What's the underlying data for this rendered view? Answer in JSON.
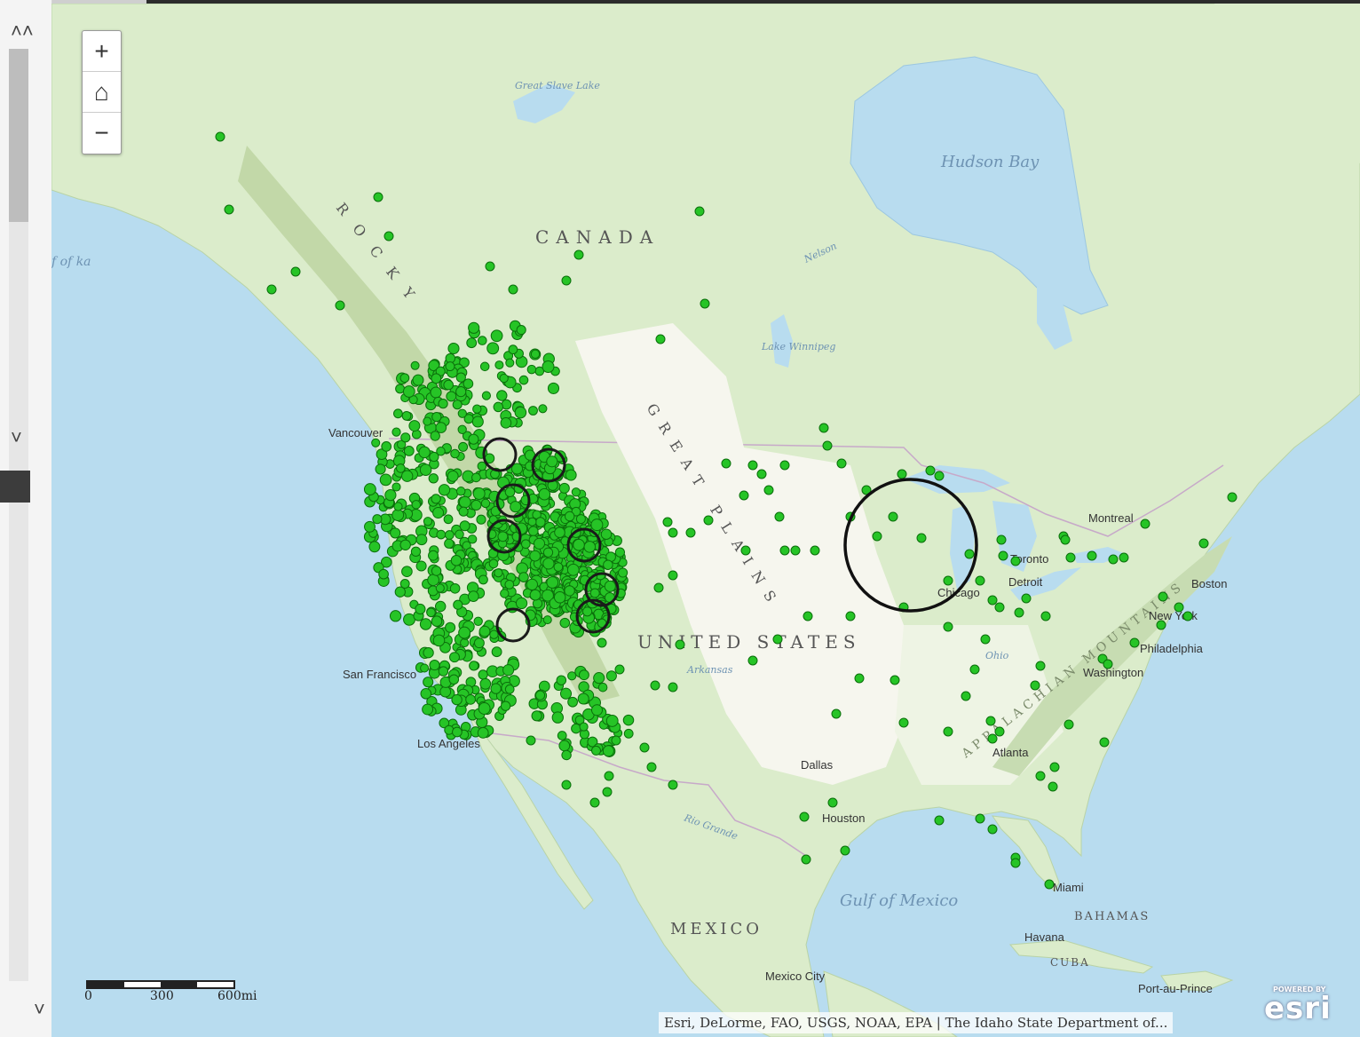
{
  "map": {
    "country_labels": {
      "canada": "CANADA",
      "united_states": "UNITED STATES",
      "mexico": "MEXICO"
    },
    "region_labels": {
      "rocky": "ROCKY",
      "great_plains": "GREAT PLAINS",
      "appalachian": "APPALACHIAN MOUNTAINS",
      "bahamas": "BAHAMAS",
      "cuba": "CUBA"
    },
    "water_labels": {
      "hudson_bay": "Hudson Bay",
      "gulf_of_mexico": "Gulf of Mexico",
      "great_slave": "Great Slave Lake",
      "lake_winnipeg": "Lake Winnipeg",
      "nelson": "Nelson",
      "arkansas": "Arkansas",
      "ohio": "Ohio",
      "rio_grande": "Rio Grande",
      "gulf_alaska": "f of ka"
    },
    "city_labels": {
      "vancouver": "Vancouver",
      "san_francisco": "San Francisco",
      "los_angeles": "Los Angeles",
      "dallas": "Dallas",
      "houston": "Houston",
      "chicago": "Chicago",
      "detroit": "Detroit",
      "toronto": "Toronto",
      "montreal": "Montreal",
      "boston": "Boston",
      "new_york": "New York",
      "philadelphia": "Philadelphia",
      "washington": "Washington",
      "atlanta": "Atlanta",
      "miami": "Miami",
      "havana": "Havana",
      "mexico_city": "Mexico City",
      "port_au_prince": "Port-au-Prince"
    },
    "marker_color": "#26c426",
    "marker_outline": "#0b6e0b",
    "highlight_circle_color": "#111111"
  },
  "controls": {
    "zoom_in": "+",
    "home": "⌂",
    "zoom_out": "−"
  },
  "scale": {
    "label_0": "0",
    "label_300": "300",
    "label_600": "600mi"
  },
  "attribution": "Esri, DeLorme, FAO, USGS, NOAA, EPA | The Idaho State Department of...",
  "esri_logo": {
    "powered": "POWERED BY",
    "name": "esri"
  }
}
